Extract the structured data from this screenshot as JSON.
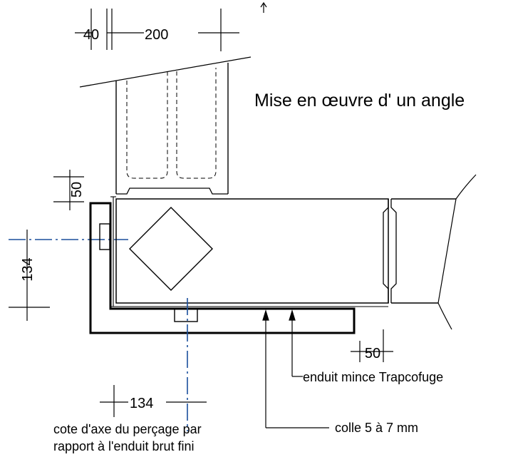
{
  "title": "Mise en œuvre d' un angle",
  "dimensions": {
    "top_left": "40",
    "top_right": "200",
    "left_vertical_50": "50",
    "left_vertical_134": "134",
    "right_50": "50",
    "bottom_134": "134"
  },
  "annotations": {
    "enduit": "enduit mince Trapcofuge",
    "colle": "colle 5 à 7 mm",
    "cote_line1": "cote d'axe du perçage par",
    "cote_line2": "rapport à l'enduit brut fini"
  },
  "colors": {
    "axis": "#1a4f9c",
    "line": "#000000"
  }
}
